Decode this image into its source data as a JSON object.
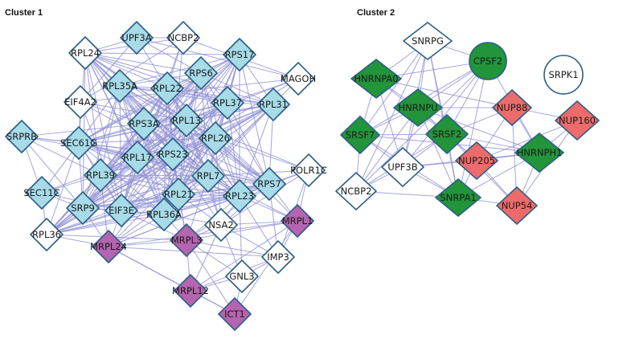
{
  "colors": {
    "edge": "#8f8fd6",
    "border": "#2c5f86",
    "light_blue": "#a7dbe8",
    "purple": "#b564b0",
    "green": "#22943a",
    "red": "#ee6b6b",
    "white": "#ffffff"
  },
  "clusters": [
    {
      "title": "Cluster 1",
      "nodes": [
        {
          "id": "RPL24",
          "label": "RPL24",
          "shape": "diamond",
          "color": "white"
        },
        {
          "id": "UPF3A",
          "label": "UPF3A",
          "shape": "diamond",
          "color": "light_blue"
        },
        {
          "id": "NCBP2a",
          "label": "NCBP2",
          "shape": "diamond",
          "color": "white"
        },
        {
          "id": "RPS17",
          "label": "RPS17",
          "shape": "diamond",
          "color": "light_blue"
        },
        {
          "id": "MAGOH",
          "label": "MAGOH",
          "shape": "diamond",
          "color": "white"
        },
        {
          "id": "RPL35A",
          "label": "RPL35A",
          "shape": "diamond",
          "color": "light_blue"
        },
        {
          "id": "RPS6",
          "label": "RPS6",
          "shape": "diamond",
          "color": "light_blue"
        },
        {
          "id": "RPL22",
          "label": "RPL22",
          "shape": "diamond",
          "color": "light_blue"
        },
        {
          "id": "RPL37",
          "label": "RPL37",
          "shape": "diamond",
          "color": "light_blue"
        },
        {
          "id": "RPL31",
          "label": "RPL31",
          "shape": "diamond",
          "color": "light_blue"
        },
        {
          "id": "EIF4A2",
          "label": "EIF4A2",
          "shape": "diamond",
          "color": "white"
        },
        {
          "id": "RPS3A",
          "label": "RPS3A",
          "shape": "diamond",
          "color": "light_blue"
        },
        {
          "id": "RPL13",
          "label": "RPL13",
          "shape": "diamond",
          "color": "light_blue"
        },
        {
          "id": "SRPRB",
          "label": "SRPRB",
          "shape": "diamond",
          "color": "light_blue"
        },
        {
          "id": "SEC61G",
          "label": "SEC61G",
          "shape": "diamond",
          "color": "light_blue"
        },
        {
          "id": "RPL26",
          "label": "RPL26",
          "shape": "diamond",
          "color": "light_blue"
        },
        {
          "id": "RPL17",
          "label": "RPL17",
          "shape": "diamond",
          "color": "light_blue"
        },
        {
          "id": "RPS23",
          "label": "RPS23",
          "shape": "diamond",
          "color": "light_blue"
        },
        {
          "id": "POLR1C",
          "label": "POLR1C",
          "shape": "diamond",
          "color": "white"
        },
        {
          "id": "RPL39",
          "label": "RPL39",
          "shape": "diamond",
          "color": "light_blue"
        },
        {
          "id": "RPL7",
          "label": "RPL7",
          "shape": "diamond",
          "color": "light_blue"
        },
        {
          "id": "RPS7",
          "label": "RPS7",
          "shape": "diamond",
          "color": "light_blue"
        },
        {
          "id": "SEC11C",
          "label": "SEC11C",
          "shape": "diamond",
          "color": "light_blue"
        },
        {
          "id": "SRP9",
          "label": "SRP9",
          "shape": "diamond",
          "color": "light_blue"
        },
        {
          "id": "EIF3E",
          "label": "EIF3E",
          "shape": "diamond",
          "color": "light_blue"
        },
        {
          "id": "RPL21",
          "label": "RPL21",
          "shape": "diamond",
          "color": "light_blue"
        },
        {
          "id": "RPL23",
          "label": "RPL23",
          "shape": "diamond",
          "color": "light_blue"
        },
        {
          "id": "RPL36A",
          "label": "RPL36A",
          "shape": "diamond",
          "color": "light_blue"
        },
        {
          "id": "NSA2",
          "label": "NSA2",
          "shape": "diamond",
          "color": "white"
        },
        {
          "id": "MRPL1",
          "label": "MRPL1",
          "shape": "diamond",
          "color": "purple"
        },
        {
          "id": "RPL36",
          "label": "RPL36",
          "shape": "diamond",
          "color": "white"
        },
        {
          "id": "MRPL24",
          "label": "MRPL24",
          "shape": "diamond",
          "color": "purple"
        },
        {
          "id": "MRPL3",
          "label": "MRPL3",
          "shape": "diamond",
          "color": "purple"
        },
        {
          "id": "IMP3",
          "label": "IMP3",
          "shape": "diamond",
          "color": "white"
        },
        {
          "id": "GNL3",
          "label": "GNL3",
          "shape": "diamond",
          "color": "white"
        },
        {
          "id": "MRPL12",
          "label": "MRPL12",
          "shape": "diamond",
          "color": "purple"
        },
        {
          "id": "ICT1",
          "label": "ICT1",
          "shape": "diamond",
          "color": "purple"
        }
      ]
    },
    {
      "title": "Cluster 2",
      "nodes": [
        {
          "id": "SNRPG",
          "label": "SNRPG",
          "shape": "diamond",
          "color": "white"
        },
        {
          "id": "CPSF2",
          "label": "CPSF2",
          "shape": "circle",
          "color": "green"
        },
        {
          "id": "SRPK1",
          "label": "SRPK1",
          "shape": "circle",
          "color": "white"
        },
        {
          "id": "HNRNPA0",
          "label": "HNRNPA0",
          "shape": "diamond",
          "color": "green"
        },
        {
          "id": "HNRNPU",
          "label": "HNRNPU",
          "shape": "diamond",
          "color": "green"
        },
        {
          "id": "NUP88",
          "label": "NUP88",
          "shape": "diamond",
          "color": "red"
        },
        {
          "id": "NUP160",
          "label": "NUP160",
          "shape": "diamond",
          "color": "red"
        },
        {
          "id": "SRSF7",
          "label": "SRSF7",
          "shape": "diamond",
          "color": "green"
        },
        {
          "id": "SRSF2",
          "label": "SRSF2",
          "shape": "diamond",
          "color": "green"
        },
        {
          "id": "UPF3B",
          "label": "UPF3B",
          "shape": "diamond",
          "color": "white"
        },
        {
          "id": "NUP205",
          "label": "NUP205",
          "shape": "diamond",
          "color": "red"
        },
        {
          "id": "HNRNPH1",
          "label": "HNRNPH1",
          "shape": "diamond",
          "color": "green"
        },
        {
          "id": "NCBP2b",
          "label": "NCBP2",
          "shape": "diamond",
          "color": "white"
        },
        {
          "id": "SNRPA1",
          "label": "SNRPA1",
          "shape": "diamond",
          "color": "green"
        },
        {
          "id": "NUP54",
          "label": "NUP54",
          "shape": "diamond",
          "color": "red"
        }
      ]
    }
  ]
}
